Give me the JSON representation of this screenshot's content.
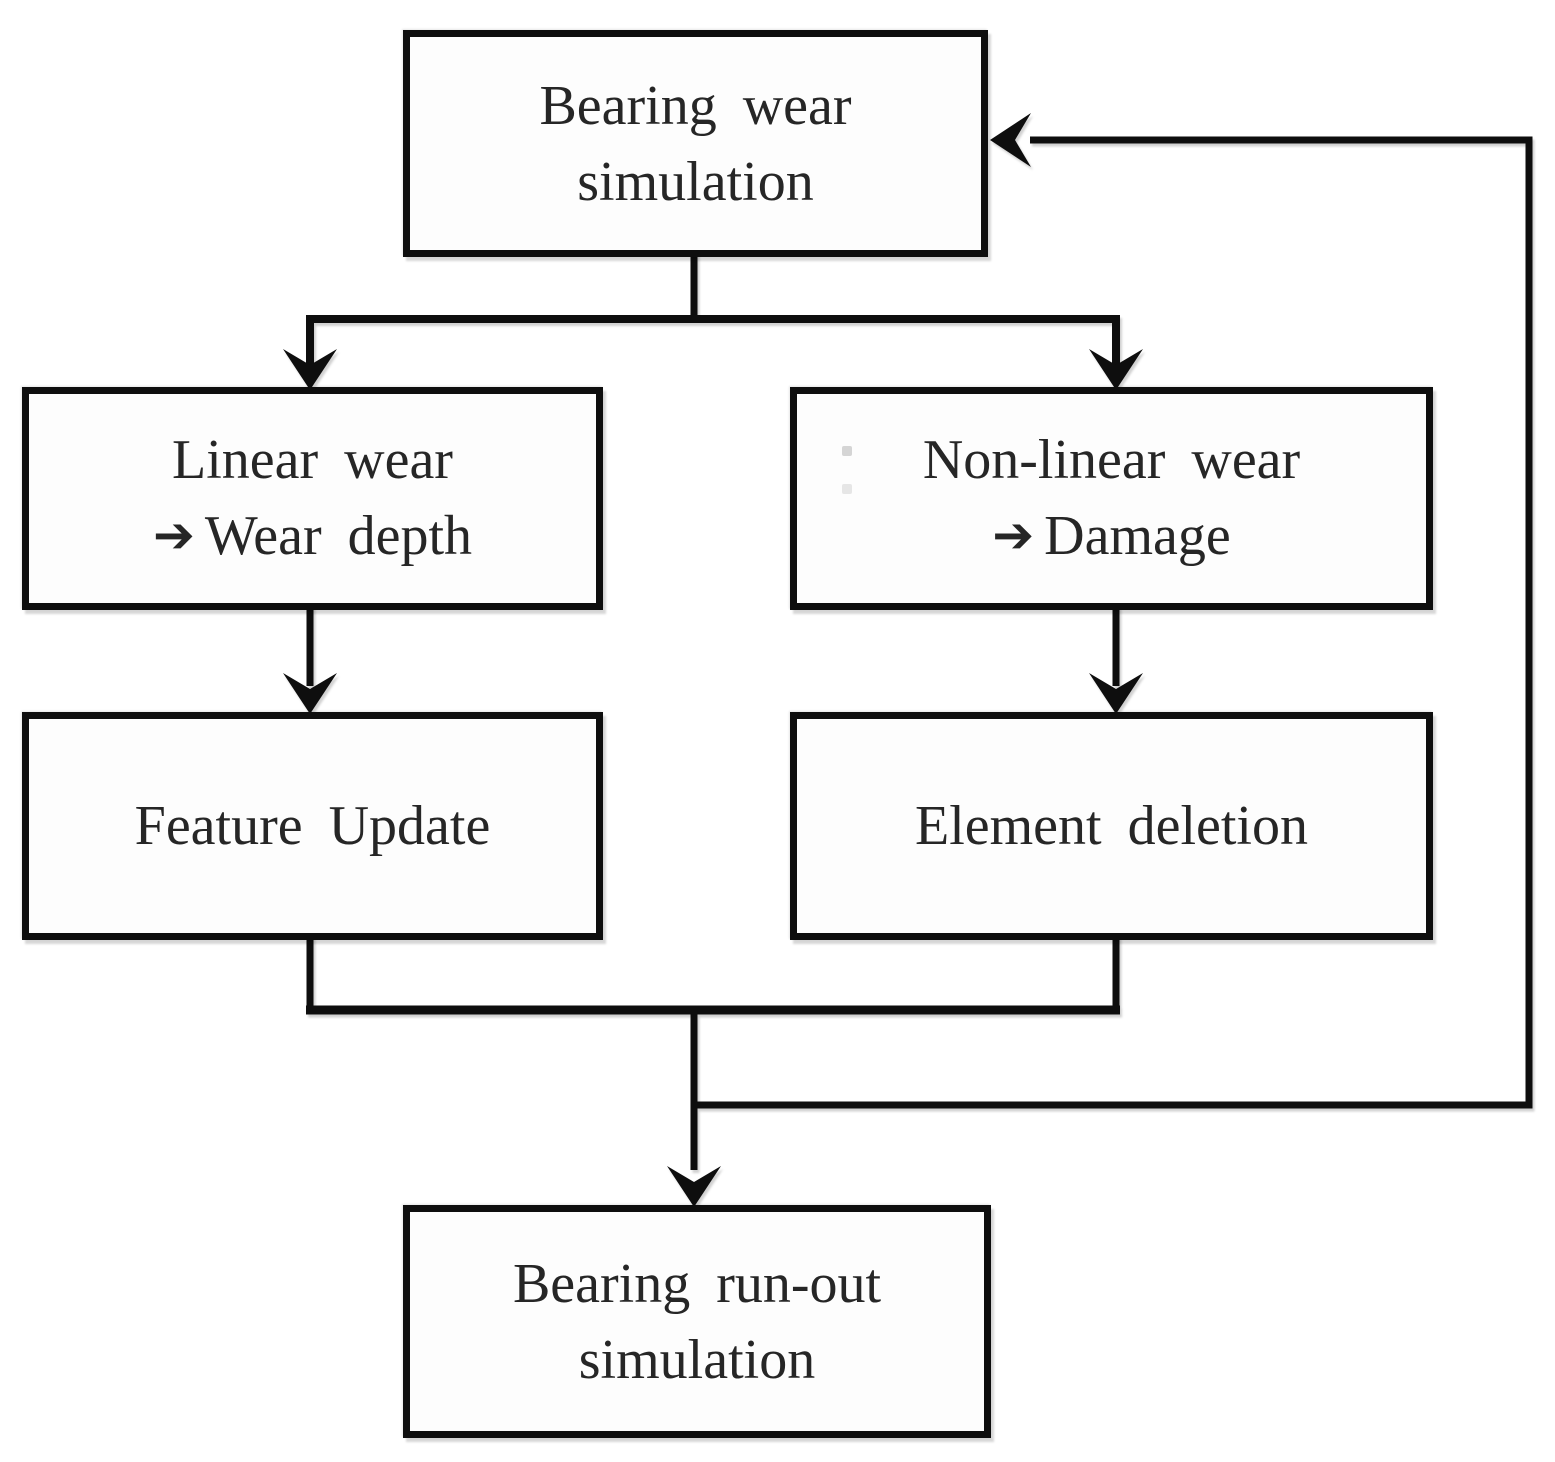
{
  "diagram": {
    "type": "flowchart",
    "colors": {
      "background": "#ffffff",
      "line": "#0e0e0e",
      "text": "#262626"
    },
    "nodes": {
      "bearing_wear_simulation": {
        "line1": "Bearing wear",
        "line2": "simulation"
      },
      "linear_wear": {
        "line1": "Linear wear",
        "arrow_icon": "➔",
        "line2": "Wear depth"
      },
      "non_linear_wear": {
        "line1": "Non-linear wear",
        "arrow_icon": "➔",
        "line2": "Damage"
      },
      "feature_update": {
        "label": "Feature Update"
      },
      "element_deletion": {
        "label": "Element deletion"
      },
      "bearing_run_out_simulation": {
        "line1": "Bearing run-out",
        "line2": "simulation"
      }
    },
    "edges": [
      "bearing_wear_simulation -> linear_wear",
      "bearing_wear_simulation -> non_linear_wear",
      "linear_wear -> feature_update",
      "non_linear_wear -> element_deletion",
      "feature_update + element_deletion -> bearing_run_out_simulation",
      "feature_update + element_deletion -> bearing_wear_simulation (feedback loop)"
    ]
  }
}
